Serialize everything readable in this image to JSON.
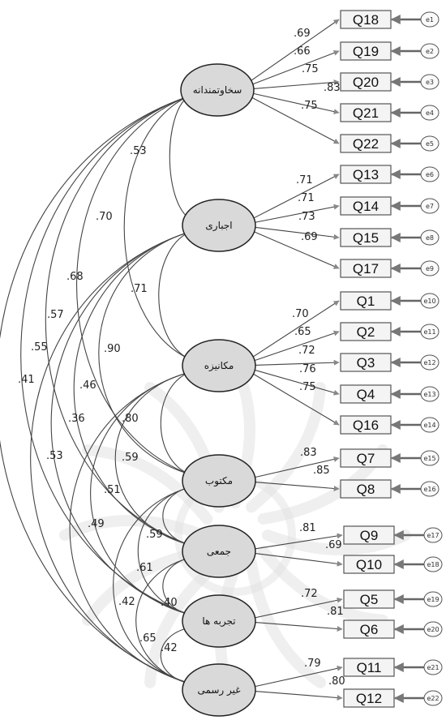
{
  "latents": [
    {
      "id": "L1",
      "label": "سخاوتمندانه"
    },
    {
      "id": "L2",
      "label": "اجباری"
    },
    {
      "id": "L3",
      "label": "مکانیزه"
    },
    {
      "id": "L4",
      "label": "مکتوب"
    },
    {
      "id": "L5",
      "label": "جمعی"
    },
    {
      "id": "L6",
      "label": "تجربه ها"
    },
    {
      "id": "L7",
      "label": "غیر رسمی"
    }
  ],
  "indicators": [
    {
      "box": "Q18",
      "error": "e1",
      "loading": ".69",
      "latent": "L1"
    },
    {
      "box": "Q19",
      "error": "e2",
      "loading": ".66",
      "latent": "L1"
    },
    {
      "box": "Q20",
      "error": "e3",
      "loading": ".75",
      "latent": "L1"
    },
    {
      "box": "Q21",
      "error": "e4",
      "loading": ".83",
      "latent": "L1"
    },
    {
      "box": "Q22",
      "error": "e5",
      "loading": ".75",
      "latent": "L1"
    },
    {
      "box": "Q13",
      "error": "e6",
      "loading": ".71",
      "latent": "L2"
    },
    {
      "box": "Q14",
      "error": "e7",
      "loading": ".71",
      "latent": "L2"
    },
    {
      "box": "Q15",
      "error": "e8",
      "loading": ".73",
      "latent": "L2"
    },
    {
      "box": "Q17",
      "error": "e9",
      "loading": ".69",
      "latent": "L2"
    },
    {
      "box": "Q1",
      "error": "e10",
      "loading": ".70",
      "latent": "L3"
    },
    {
      "box": "Q2",
      "error": "e11",
      "loading": ".65",
      "latent": "L3"
    },
    {
      "box": "Q3",
      "error": "e12",
      "loading": ".72",
      "latent": "L3"
    },
    {
      "box": "Q4",
      "error": "e13",
      "loading": ".76",
      "latent": "L3"
    },
    {
      "box": "Q16",
      "error": "e14",
      "loading": ".75",
      "latent": "L3"
    },
    {
      "box": "Q7",
      "error": "e15",
      "loading": ".83",
      "latent": "L4"
    },
    {
      "box": "Q8",
      "error": "e16",
      "loading": ".85",
      "latent": "L4"
    },
    {
      "box": "Q9",
      "error": "e17",
      "loading": ".81",
      "latent": "L5"
    },
    {
      "box": "Q10",
      "error": "e18",
      "loading": ".69",
      "latent": "L5"
    },
    {
      "box": "Q5",
      "error": "e19",
      "loading": ".72",
      "latent": "L6"
    },
    {
      "box": "Q6",
      "error": "e20",
      "loading": ".81",
      "latent": "L6"
    },
    {
      "box": "Q11",
      "error": "e21",
      "loading": ".79",
      "latent": "L7"
    },
    {
      "box": "Q12",
      "error": "e22",
      "loading": ".80",
      "latent": "L7"
    }
  ],
  "correlations": [
    {
      "from": "L1",
      "to": "L2",
      "value": ".53"
    },
    {
      "from": "L1",
      "to": "L3",
      "value": ".70"
    },
    {
      "from": "L1",
      "to": "L4",
      "value": ".68"
    },
    {
      "from": "L1",
      "to": "L5",
      "value": ".57"
    },
    {
      "from": "L1",
      "to": "L6",
      "value": ".55"
    },
    {
      "from": "L1",
      "to": "L7",
      "value": ".41"
    },
    {
      "from": "L2",
      "to": "L3",
      "value": ".71"
    },
    {
      "from": "L2",
      "to": "L4",
      "value": ".90"
    },
    {
      "from": "L2",
      "to": "L5",
      "value": ".46"
    },
    {
      "from": "L2",
      "to": "L6",
      "value": ".36"
    },
    {
      "from": "L2",
      "to": "L7",
      "value": ".53"
    },
    {
      "from": "L3",
      "to": "L4",
      "value": ".80"
    },
    {
      "from": "L3",
      "to": "L5",
      "value": ".59"
    },
    {
      "from": "L3",
      "to": "L6",
      "value": ".51"
    },
    {
      "from": "L3",
      "to": "L7",
      "value": ".49"
    },
    {
      "from": "L4",
      "to": "L5",
      "value": ".59"
    },
    {
      "from": "L4",
      "to": "L6",
      "value": ".61"
    },
    {
      "from": "L4",
      "to": "L7",
      "value": ".42"
    },
    {
      "from": "L5",
      "to": "L6",
      "value": ".40"
    },
    {
      "from": "L5",
      "to": "L7",
      "value": ".65"
    },
    {
      "from": "L6",
      "to": "L7",
      "value": ".42"
    }
  ]
}
